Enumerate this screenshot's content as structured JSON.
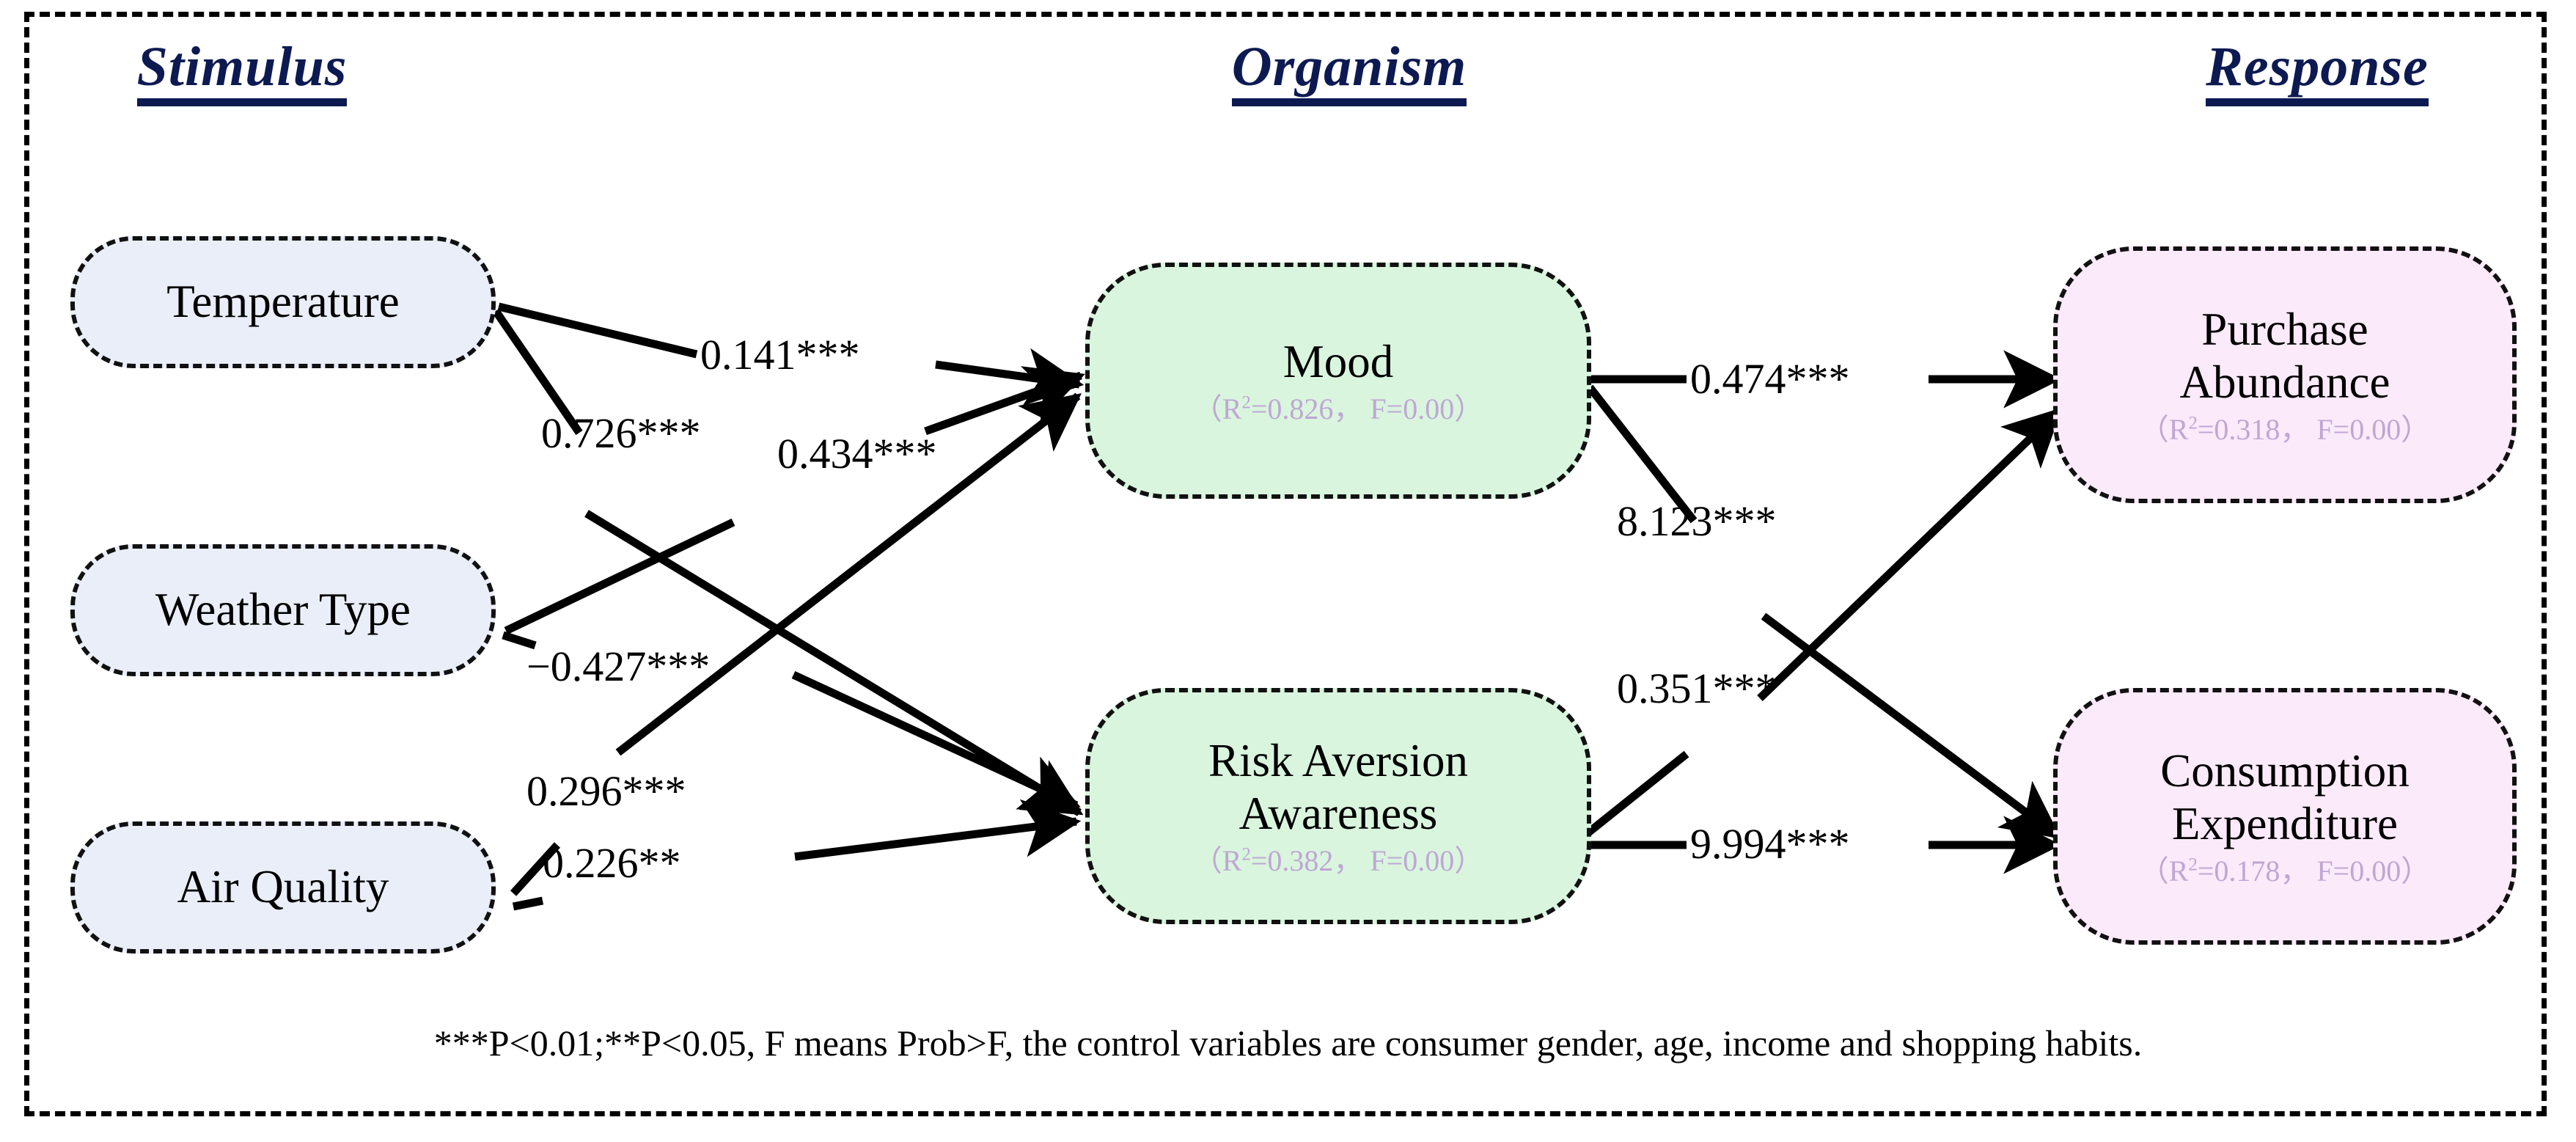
{
  "diagram": {
    "title": "Stimulus-Organism-Response path model",
    "frame_style": "dashed",
    "columns": [
      {
        "key": "stimulus",
        "label": "Stimulus"
      },
      {
        "key": "organism",
        "label": "Organism"
      },
      {
        "key": "response",
        "label": "Response"
      }
    ],
    "colors": {
      "header_text": "#0d1a52",
      "stimulus_fill": "#e9eef8",
      "organism_fill": "#d9f5de",
      "response_fill": "#fbeafa",
      "stat_text": "#bfa6d4",
      "edge": "#000000",
      "border": "#111111"
    },
    "nodes": [
      {
        "id": "temperature",
        "group": "stimulus",
        "title": "Temperature",
        "stat": null
      },
      {
        "id": "weather-type",
        "group": "stimulus",
        "title": "Weather Type",
        "stat": null
      },
      {
        "id": "air-quality",
        "group": "stimulus",
        "title": "Air Quality",
        "stat": null
      },
      {
        "id": "mood",
        "group": "organism",
        "title": "Mood",
        "stat_prefix": "（R",
        "stat_sup": "2",
        "stat_suffix": "=0.826，  F=0.00）",
        "r_squared": 0.826,
        "f_value": 0.0
      },
      {
        "id": "risk-aversion-awareness",
        "group": "organism",
        "title": "Risk Aversion\nAwareness",
        "stat_prefix": "（R",
        "stat_sup": "2",
        "stat_suffix": "=0.382，  F=0.00）",
        "r_squared": 0.382,
        "f_value": 0.0
      },
      {
        "id": "purchase-abundance",
        "group": "response",
        "title": "Purchase\nAbundance",
        "stat_prefix": "（R",
        "stat_sup": "2",
        "stat_suffix": "=0.318，  F=0.00）",
        "r_squared": 0.318,
        "f_value": 0.0
      },
      {
        "id": "consumption-expenditure",
        "group": "response",
        "title": "Consumption\nExpenditure",
        "stat_prefix": "（R",
        "stat_sup": "2",
        "stat_suffix": "=0.178，  F=0.00）",
        "r_squared": 0.178,
        "f_value": 0.0
      }
    ],
    "edges": [
      {
        "id": "temperature-mood",
        "from": "temperature",
        "to": "mood",
        "label": "0.141***",
        "coefficient": 0.141,
        "significance": "***"
      },
      {
        "id": "temperature-risk",
        "from": "temperature",
        "to": "risk-aversion-awareness",
        "label": "0.726***",
        "coefficient": 0.726,
        "significance": "***"
      },
      {
        "id": "weather-mood",
        "from": "weather-type",
        "to": "mood",
        "label": "0.434***",
        "coefficient": 0.434,
        "significance": "***"
      },
      {
        "id": "weather-risk",
        "from": "weather-type",
        "to": "risk-aversion-awareness",
        "label": "−0.427***",
        "coefficient": -0.427,
        "significance": "***"
      },
      {
        "id": "air-mood",
        "from": "air-quality",
        "to": "mood",
        "label": "0.296***",
        "coefficient": 0.296,
        "significance": "***"
      },
      {
        "id": "air-risk",
        "from": "air-quality",
        "to": "risk-aversion-awareness",
        "label": "0.226**",
        "coefficient": 0.226,
        "significance": "**"
      },
      {
        "id": "mood-purchase",
        "from": "mood",
        "to": "purchase-abundance",
        "label": "0.474***",
        "coefficient": 0.474,
        "significance": "***"
      },
      {
        "id": "mood-consumption",
        "from": "mood",
        "to": "consumption-expenditure",
        "label": "8.123***",
        "coefficient": 8.123,
        "significance": "***"
      },
      {
        "id": "risk-purchase",
        "from": "risk-aversion-awareness",
        "to": "purchase-abundance",
        "label": "0.351***",
        "coefficient": 0.351,
        "significance": "***"
      },
      {
        "id": "risk-consumption",
        "from": "risk-aversion-awareness",
        "to": "consumption-expenditure",
        "label": "9.994***",
        "coefficient": 9.994,
        "significance": "***"
      }
    ],
    "footnote": "***P<0.01;**P<0.05, F means Prob>F, the control variables are consumer gender, age, income and shopping habits."
  }
}
